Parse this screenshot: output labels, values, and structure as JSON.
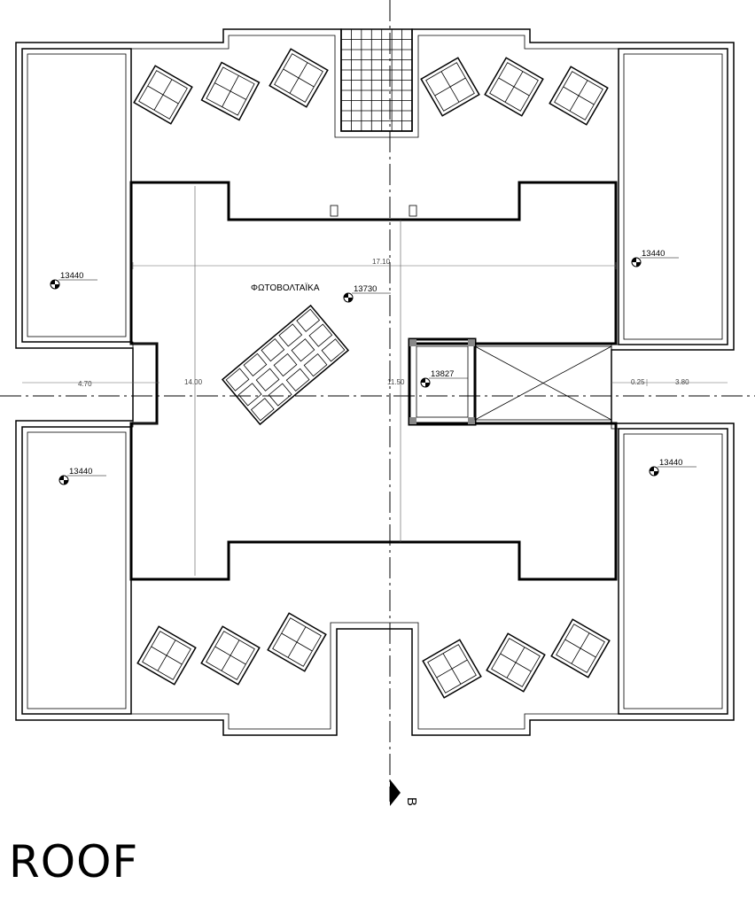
{
  "title": "ROOF",
  "photovoltaics_label": "ΦΩΤΟΒΟΛΤΑΪΚΑ",
  "levels": {
    "left_top": "13440",
    "left_bottom": "13440",
    "right_top": "13440",
    "right_bottom": "13440",
    "center": "13730",
    "stair": "13827"
  },
  "dimensions": {
    "overall_width": "17.10",
    "left_width": "4.70",
    "center_depth": "14.00",
    "core_depth": "11.50",
    "right_a": "0.25",
    "right_b": "3.80"
  },
  "section_marker": "B"
}
